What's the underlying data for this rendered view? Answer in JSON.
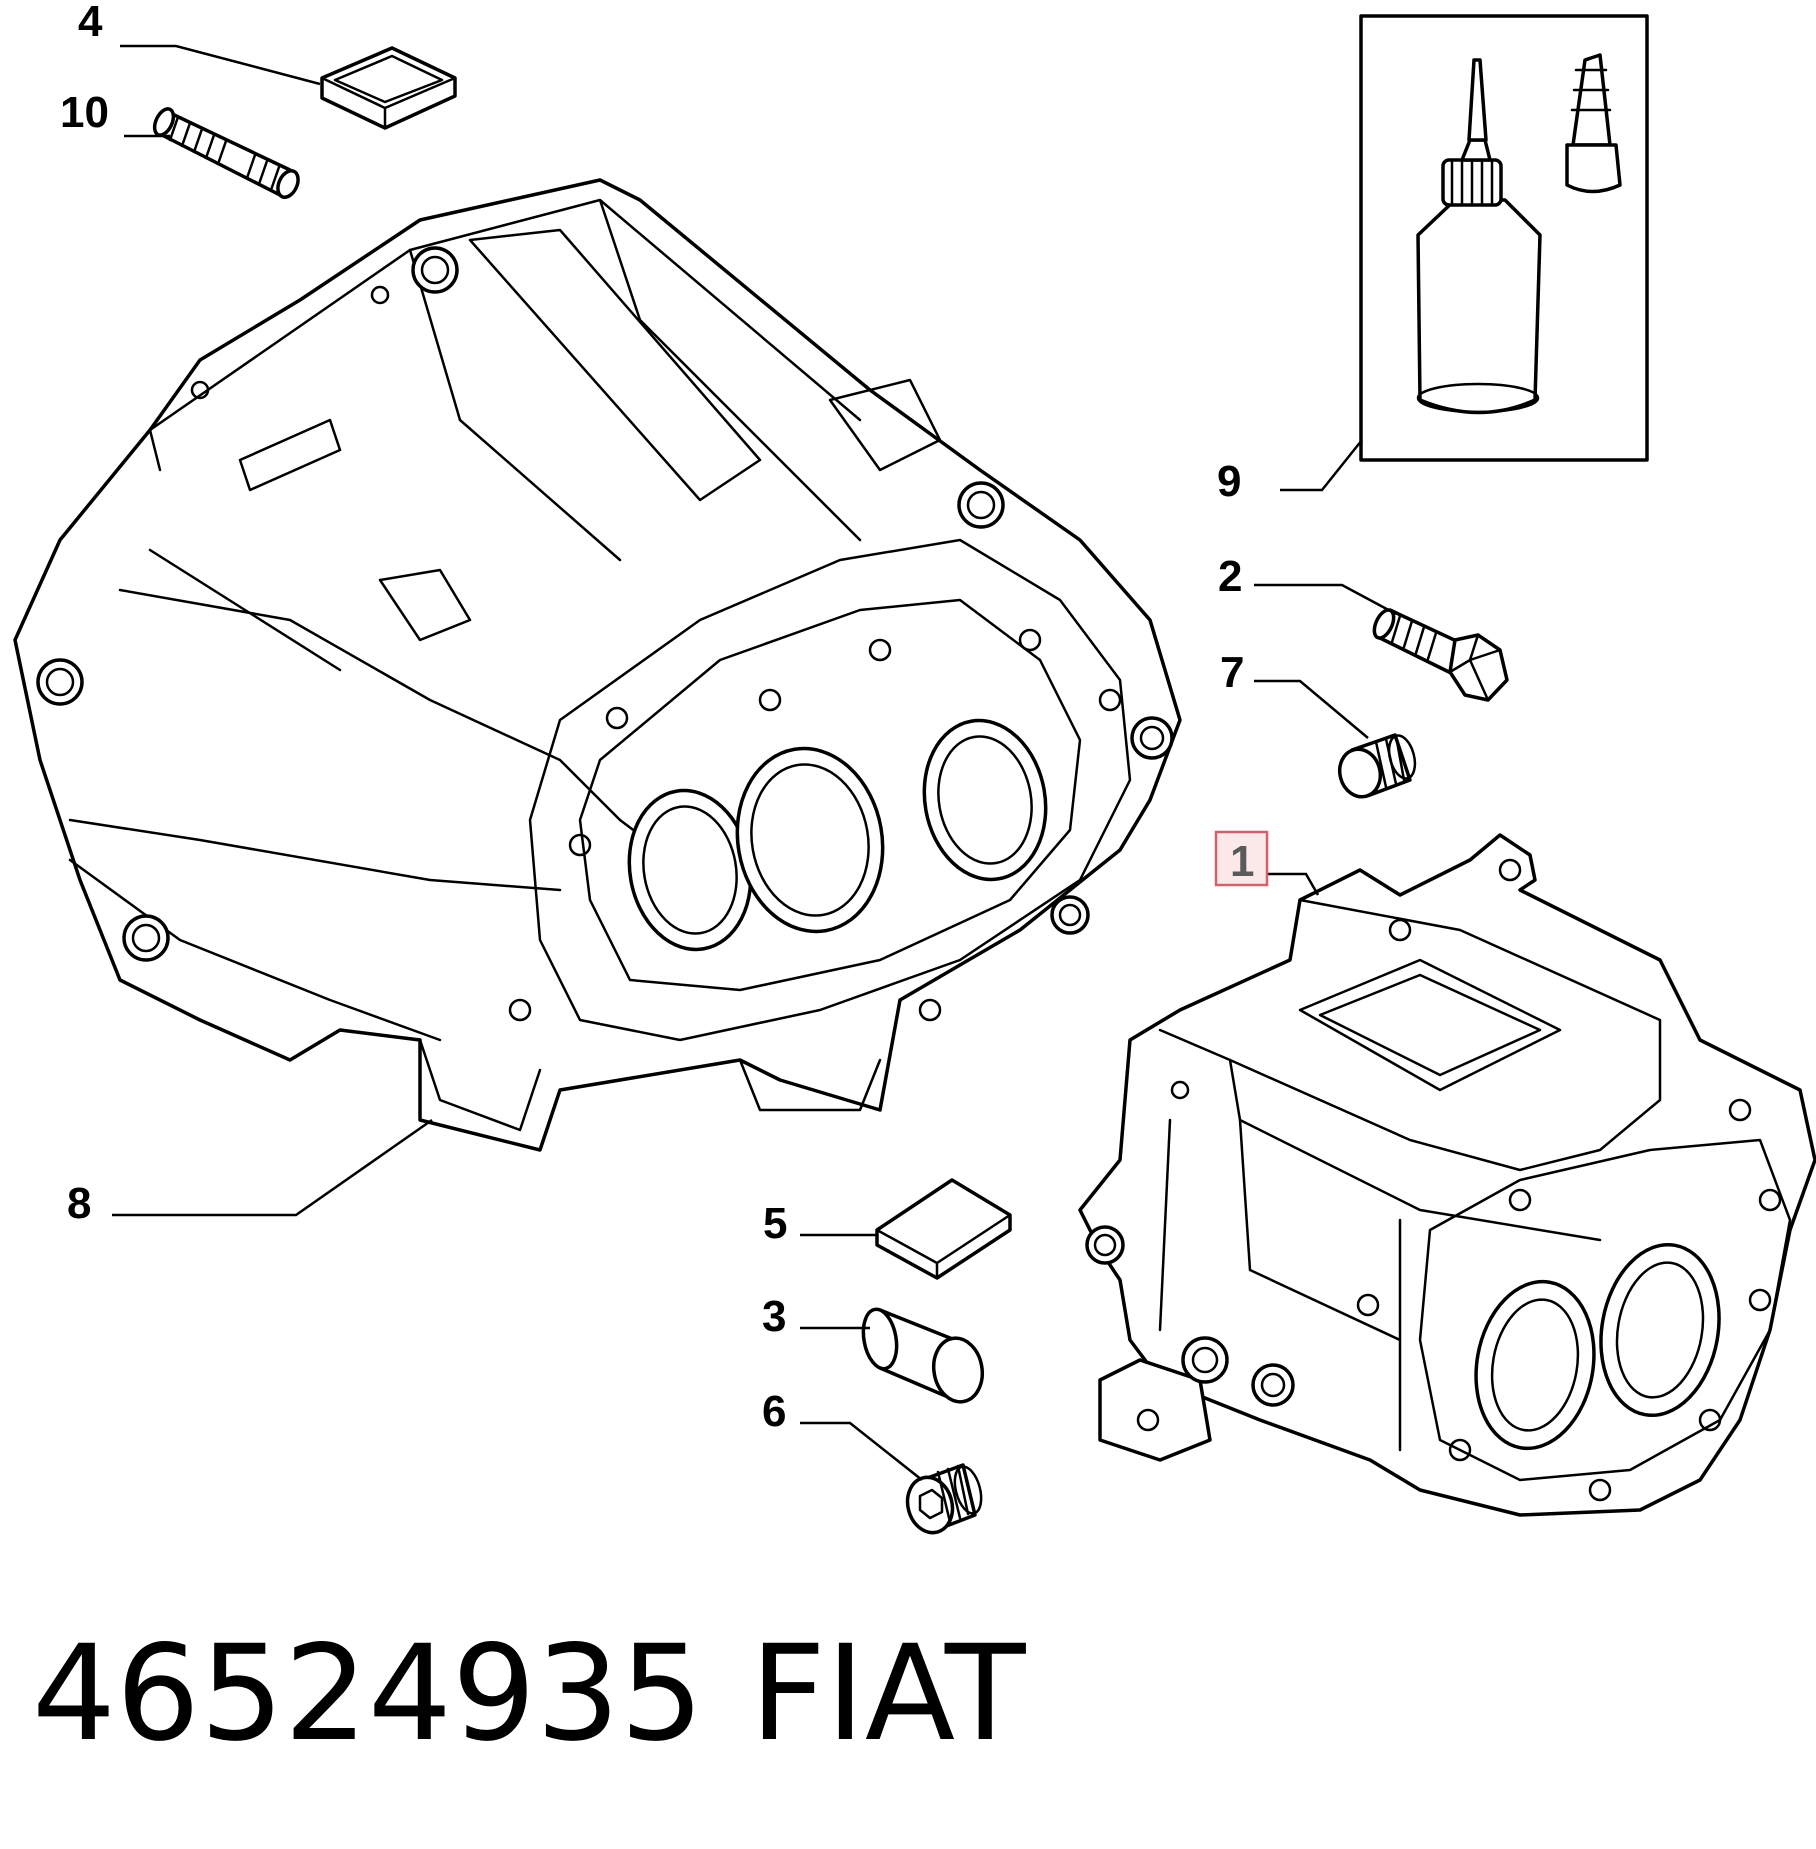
{
  "callouts": [
    {
      "id": "4",
      "label": "4"
    },
    {
      "id": "10",
      "label": "10"
    },
    {
      "id": "9",
      "label": "9"
    },
    {
      "id": "2",
      "label": "2"
    },
    {
      "id": "7",
      "label": "7"
    },
    {
      "id": "1",
      "label": "1",
      "highlighted": true
    },
    {
      "id": "8",
      "label": "8"
    },
    {
      "id": "5",
      "label": "5"
    },
    {
      "id": "3",
      "label": "3"
    },
    {
      "id": "6",
      "label": "6"
    }
  ],
  "footer": {
    "part_number": "46524935",
    "brand": "FIAT"
  },
  "colors": {
    "line": "#000000",
    "background": "#ffffff",
    "highlight_border": "#d4606c",
    "highlight_fill": "#fbe9ea",
    "highlight_text": "#5a5a5a"
  }
}
